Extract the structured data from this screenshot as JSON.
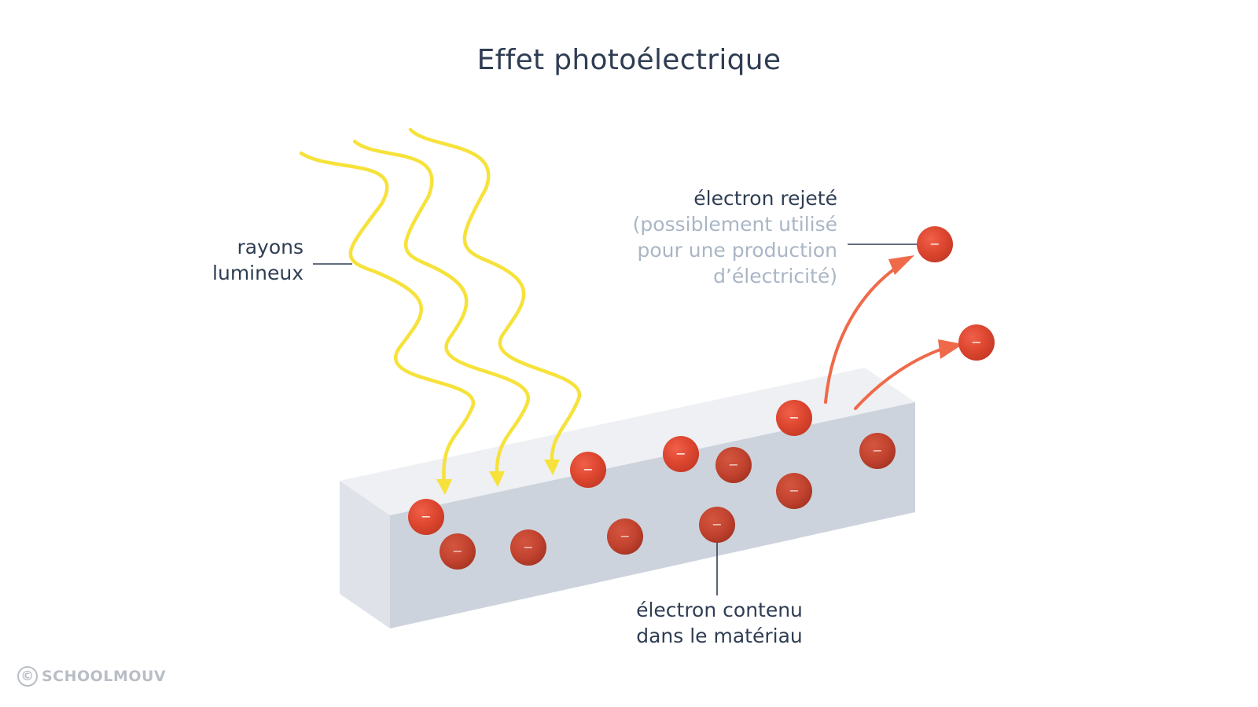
{
  "title": "Effet photoélectrique",
  "labels": {
    "rays_line1": "rayons",
    "rays_line2": "lumineux",
    "ejected_main": "électron rejeté",
    "ejected_sub1": "(possiblement utilisé",
    "ejected_sub2": "pour une production",
    "ejected_sub3": "d’électricité)",
    "contained_line1": "électron contenu",
    "contained_line2": "dans le matériau"
  },
  "electron_symbol": "−",
  "logo": {
    "copyright_symbol": "©",
    "brand": "SCHOOLMOUV"
  },
  "colors": {
    "text": "#2f3d53",
    "text_muted": "#aab6c5",
    "light_ray": "#f6e23a",
    "electron": "#d9432c",
    "electron_dark": "#b83a27",
    "arrow": "#ef6a4a",
    "block_top": "#eef0f3",
    "block_front": "#cdd3dc",
    "block_side": "#dfe3e9"
  }
}
